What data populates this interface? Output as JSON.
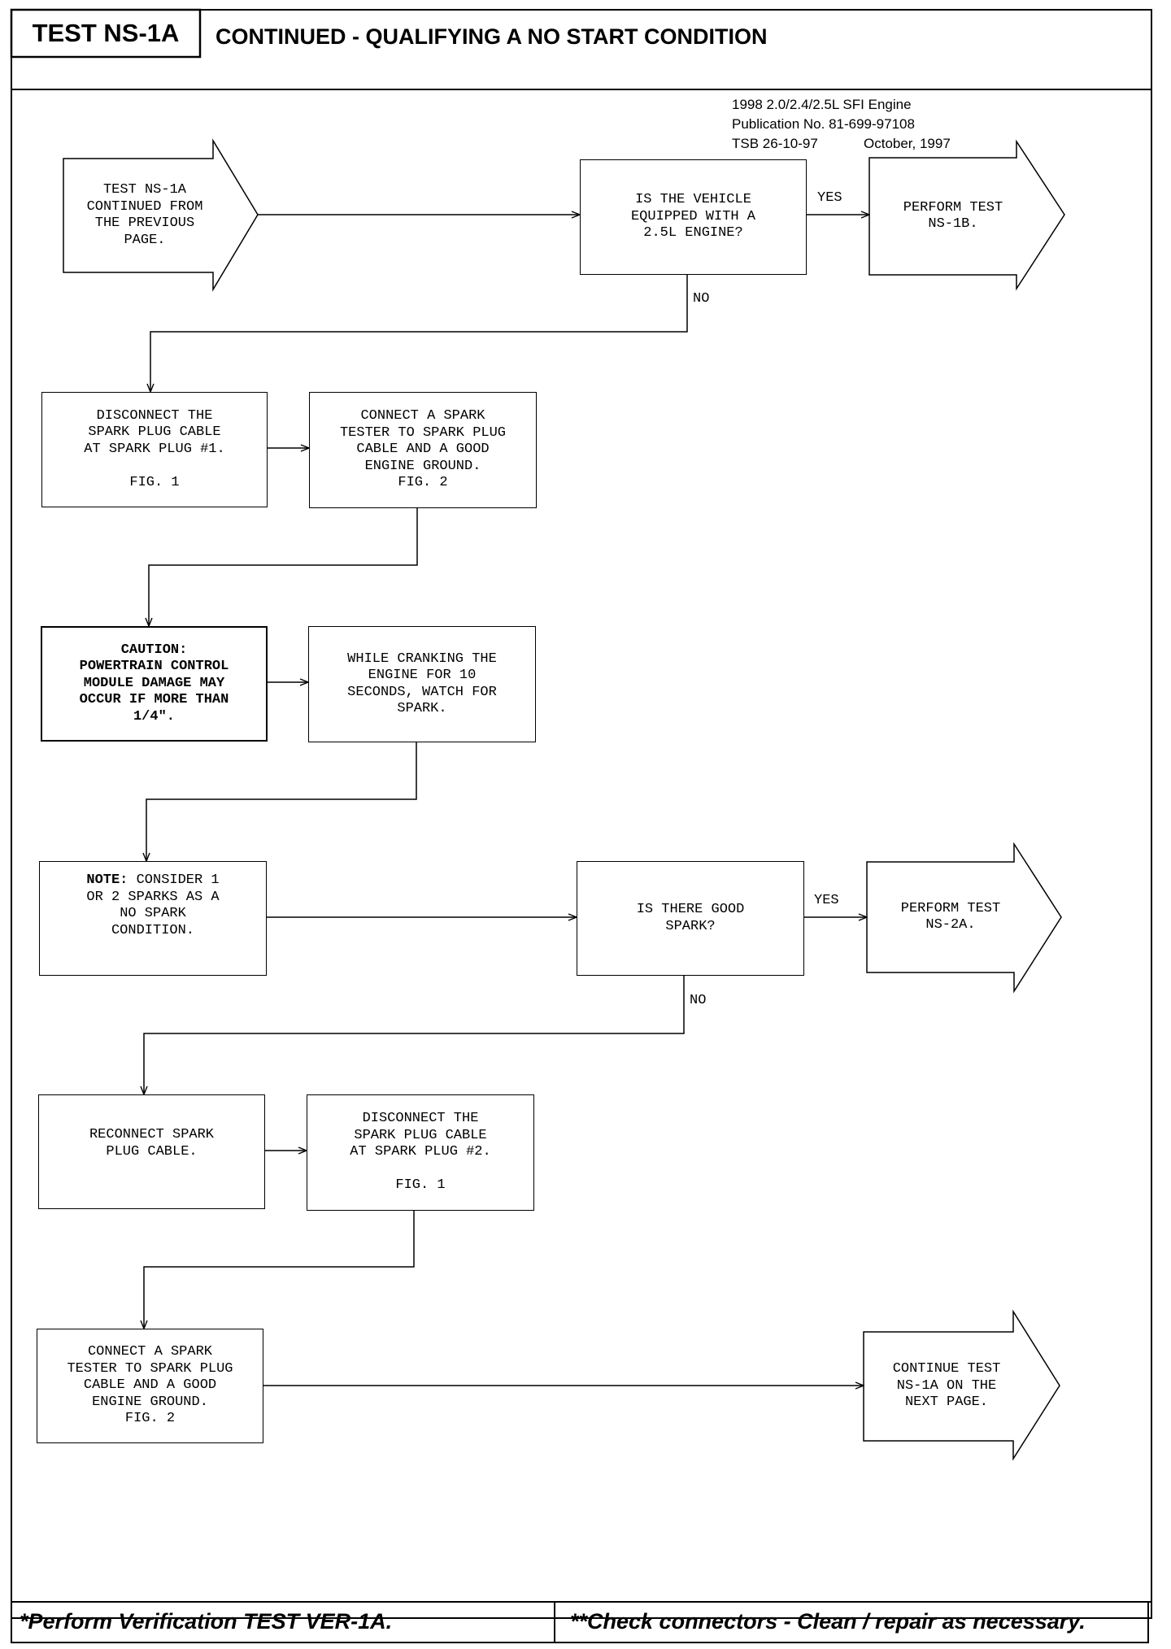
{
  "header": {
    "test_id": "TEST NS-1A",
    "title": "CONTINUED - QUALIFYING A NO START CONDITION"
  },
  "publication": {
    "line1": "1998 2.0/2.4/2.5L SFI Engine",
    "line2": "Publication No. 81-699-97108",
    "tsb": "TSB 26-10-97",
    "date": "October, 1997"
  },
  "flowchart": {
    "start": "TEST NS-1A\nCONTINUED FROM\nTHE PREVIOUS\nPAGE.",
    "q1": "IS THE VEHICLE\nEQUIPPED WITH A\n2.5L ENGINE?",
    "q1_yes_label": "YES",
    "q1_no_label": "NO",
    "q1_yes_action": "PERFORM TEST\nNS-1B.",
    "step1": "DISCONNECT THE\nSPARK PLUG CABLE\nAT SPARK PLUG #1.\n\nFIG. 1",
    "step2": "CONNECT A SPARK\nTESTER TO SPARK PLUG\nCABLE AND A GOOD\nENGINE GROUND.\nFIG. 2",
    "caution_title": "CAUTION:",
    "caution_body": "POWERTRAIN CONTROL\nMODULE DAMAGE MAY\nOCCUR IF MORE THAN\n1/4\".",
    "step3": "WHILE CRANKING THE\nENGINE FOR 10\nSECONDS, WATCH FOR\nSPARK.",
    "note_title": "NOTE:",
    "note_body": " CONSIDER 1\nOR 2 SPARKS AS A\nNO SPARK\nCONDITION.",
    "q2": "IS THERE GOOD\nSPARK?",
    "q2_yes_label": "YES",
    "q2_no_label": "NO",
    "q2_yes_action": "PERFORM TEST\nNS-2A.",
    "step4": "RECONNECT SPARK\nPLUG CABLE.",
    "step5": "DISCONNECT THE\nSPARK PLUG CABLE\nAT SPARK PLUG #2.\n\nFIG. 1",
    "step6": "CONNECT A SPARK\nTESTER TO SPARK PLUG\nCABLE AND A GOOD\nENGINE GROUND.\nFIG. 2",
    "end": "CONTINUE TEST\nNS-1A ON THE\nNEXT PAGE."
  },
  "footer": {
    "left": "*Perform Verification TEST VER-1A.",
    "right": "**Check connectors - Clean / repair as necessary."
  }
}
